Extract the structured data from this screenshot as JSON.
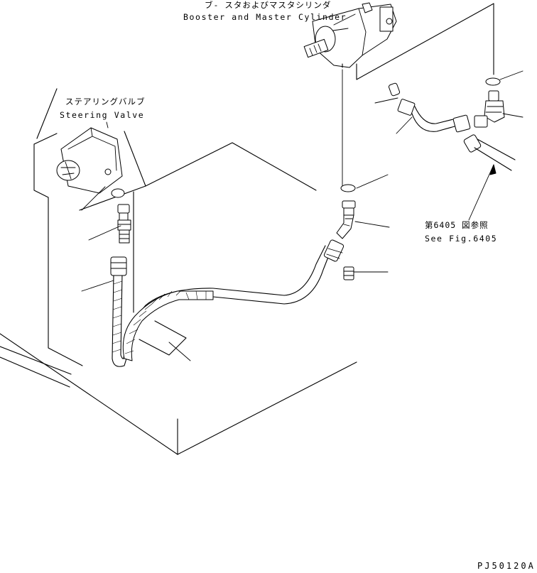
{
  "labels": {
    "booster_jp": "ブ- スタおよびマスタシリンダ",
    "booster_en": "Booster and Master Cylinder",
    "steering_jp": "ステアリングバルブ",
    "steering_en": "Steering Valve",
    "fig_ref_jp": "第6405 図参照",
    "fig_ref_en": "See Fig.6405",
    "drawing_code": "PJ50120A"
  }
}
